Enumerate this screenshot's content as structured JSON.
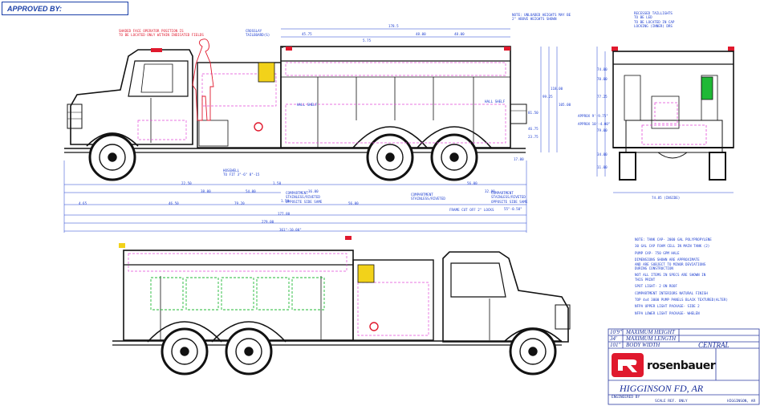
{
  "approval": {
    "label": "APPROVED BY:"
  },
  "annotations": {
    "operator": "SHADED FACE OPERATOR POSITION IS\nTO BE LOCATED ONLY WITHIN INDICATED FIELDS",
    "unloaded_height": "NOTE: UNLOADED HEIGHTS MAY BE\n2\" ABOVE HEIGHTS SHOWN",
    "crosslay": "CROSSLAY\nTAILBOARD(S)",
    "rear_note": "RECESSED TAILLIGHTS\nTO BE LED\nTO BE LOCATED IN CAP\nLOCKING (INNER) DRS"
  },
  "dimensions": {
    "top": [
      "178.5",
      "45.75",
      "48.00",
      "48.00",
      "5.75"
    ],
    "side_left": [
      "22.50",
      "1.50",
      "38.00",
      "54.00",
      "36.00",
      "1.50",
      "56.00",
      "32.00"
    ],
    "overall": [
      "4.65",
      "46.50",
      "79.20",
      "56.00",
      "177.80",
      "279.00",
      "361\"-10.00\"",
      "55\"-0.50\""
    ],
    "heights": [
      "99.25",
      "118.00",
      "105.00",
      "81.50",
      "46.75",
      "23.75",
      "17.00"
    ],
    "rear": [
      "APPROX 9'-9.75\"",
      "APPROX 10'-4.00\"",
      "77.25",
      "74.00",
      "70.00",
      "79.00",
      "34.00",
      "11.00",
      "74.85 (INSIDE)"
    ],
    "labels": [
      "HALL SHELF",
      "HALL SHELF",
      "COMPARTMENT\nSTAINLESS/RIVETED\nOPPOSITE SIDE SAME",
      "COMPARTMENT\nSTAINLESS/RIVETED",
      "COMPARTMENT\nSTAINLESS/RIVETED\nOPPOSITE SIDE SAME",
      "FRAME CUT OFF 2\" LOCKS",
      "HOSEWELL\nTO FIT 3\"-6\" 8\"-15"
    ]
  },
  "side_notes": [
    "NOTE: TANK CAP- 2000 GAL POLYPROPYLENE",
    "30 GAL CAP FOAM CELL IN MAIN TANK (2)",
    "PUMP CAP- 750 GPM HALE",
    "DIMENSIONS SHOWN ARE APPROXIMATE\nAND ARE SUBJECT TO MINOR DEVIATIONS\nDURING CONSTRUCTION",
    "NOT ALL ITEMS IN SPECS ARE SHOWN IN\nTHIS PRINT",
    "SPOT LIGHT- 2 ON ROOF",
    "COMPARTMENT INTERIORS NATURAL FINISH",
    "TOP 4x4 3000 PUMP PANELS BLACK TEXTURED(ALTER)",
    "NFPA UPPER LIGHT PACKAGE- SIDE 2",
    "NFPA LOWER LIGHT PACKAGE- WHELEN"
  ],
  "title_block": {
    "rows": [
      {
        "dim": "10'9\"",
        "label": "MAXIMUM HEIGHT"
      },
      {
        "dim": "34'",
        "label": "MAXIMUM LENGTH"
      },
      {
        "dim": "101\"",
        "label": "BODY WIDTH"
      }
    ],
    "division": "CENTRAL",
    "brand": "rosenbauer",
    "customer": "HIGGINSON FD, AR",
    "drawn_by": "ENGINEERED BY",
    "scale": "SCALE REF. ONLY",
    "job": "HIGGINSON, AR"
  },
  "colors": {
    "ink": "#1e2a8a",
    "body": "#121212",
    "dimension": "#1e3fd0",
    "pink": "#e34ad8",
    "red": "#e0192d",
    "green": "#20b936",
    "yellow": "#f2d21a"
  }
}
